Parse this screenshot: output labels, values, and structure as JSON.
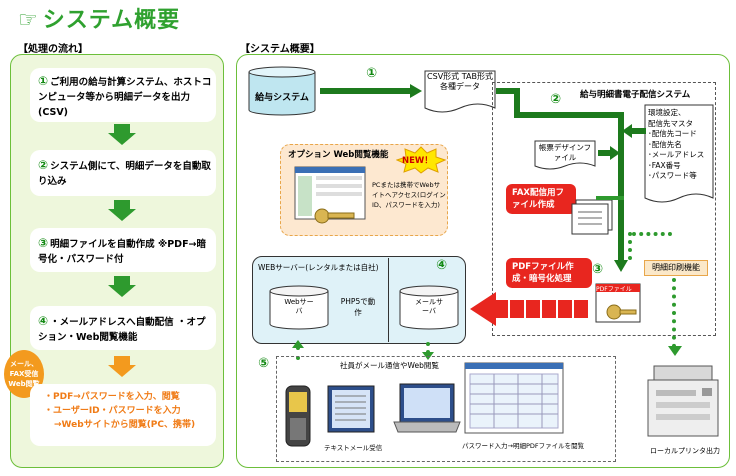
{
  "title": "システム概要",
  "left_panel": {
    "header": "【処理の流れ】",
    "steps": [
      {
        "num": "①",
        "text": "ご利用の給与計算システム、ホストコンピュータ等から明細データを出力(CSV)"
      },
      {
        "num": "②",
        "text": "システム側にて、明細データを自動取り込み"
      },
      {
        "num": "③",
        "text": "明細ファイルを自動作成 ※PDF→暗号化・パスワード付"
      },
      {
        "num": "④",
        "text": "・メールアドレスへ自動配信 ・オプション・Web閲覧機能"
      }
    ],
    "badge": "メール、FAX受信Web閲覧",
    "final_lines": [
      "・PDF→パスワードを入力、閲覧",
      "・ユーザーID・パスワードを入力",
      "→Webサイトから閲覧(PC、携帯)"
    ]
  },
  "right_panel": {
    "header": "【システム概要】",
    "payroll_system": "給与システム",
    "csv_label": "CSV形式 TAB形式 各種データ",
    "circle_1": "①",
    "circle_2": "②",
    "circle_3": "③",
    "circle_4": "④",
    "circle_5": "⑤",
    "distribution_system": "給与明細書電子配信システム",
    "settings_lines": [
      "環境設定、",
      "配信先マスタ",
      "･配信先コード",
      "･配信先名",
      "･メールアドレス",
      "･FAX番号",
      "･パスワード等"
    ],
    "design_file": "帳票デザインファイル",
    "fax_label": "FAX配信用ファイル作成",
    "pdf_label": "PDFファイル作成・暗号化処理",
    "pdf_file_tag": "PDFファイル",
    "print_label": "明細印刷機能",
    "option_title": "オプション Web閲覧機能",
    "new_badge": "NEW！",
    "option_desc": "PCまたは携帯でWebサイトへアクセス(ログインID、パスワードを入力)",
    "web_server_title": "WEBサーバー(レンタルまたは自社)",
    "web_server": "Webサーバ",
    "php_label": "PHP5で動作",
    "mail_server": "メールサーバ",
    "employee_label": "社員がメール通信やWeb閲覧",
    "text_mail_label": "テキストメール受信",
    "pdf_view_label": "パスワード入力→明細PDFファイルを閲覧",
    "local_printer": "ローカルプリンタ出力"
  },
  "colors": {
    "green": "#2e9a2e",
    "title_green": "#2fa12f",
    "red": "#e8261f",
    "orange": "#f39a1e"
  }
}
